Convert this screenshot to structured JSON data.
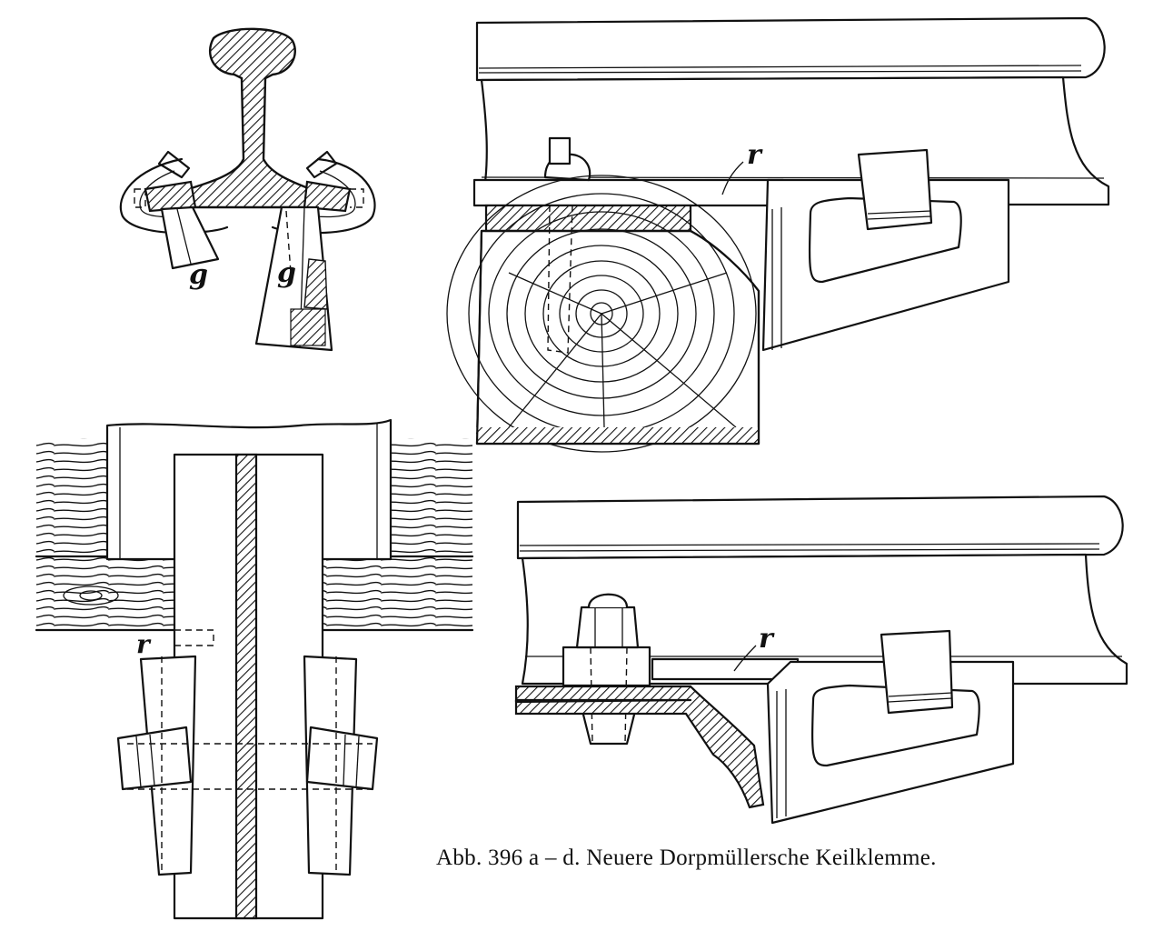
{
  "figure": {
    "caption": "Abb. 396 a – d. Neuere Dorpmüllersche Keilklemme.",
    "labels": {
      "wedge_left": "g",
      "wedge_right": "g",
      "plate_side_top": "r",
      "plate_side_bottom": "r",
      "plate_plan": "r"
    }
  }
}
